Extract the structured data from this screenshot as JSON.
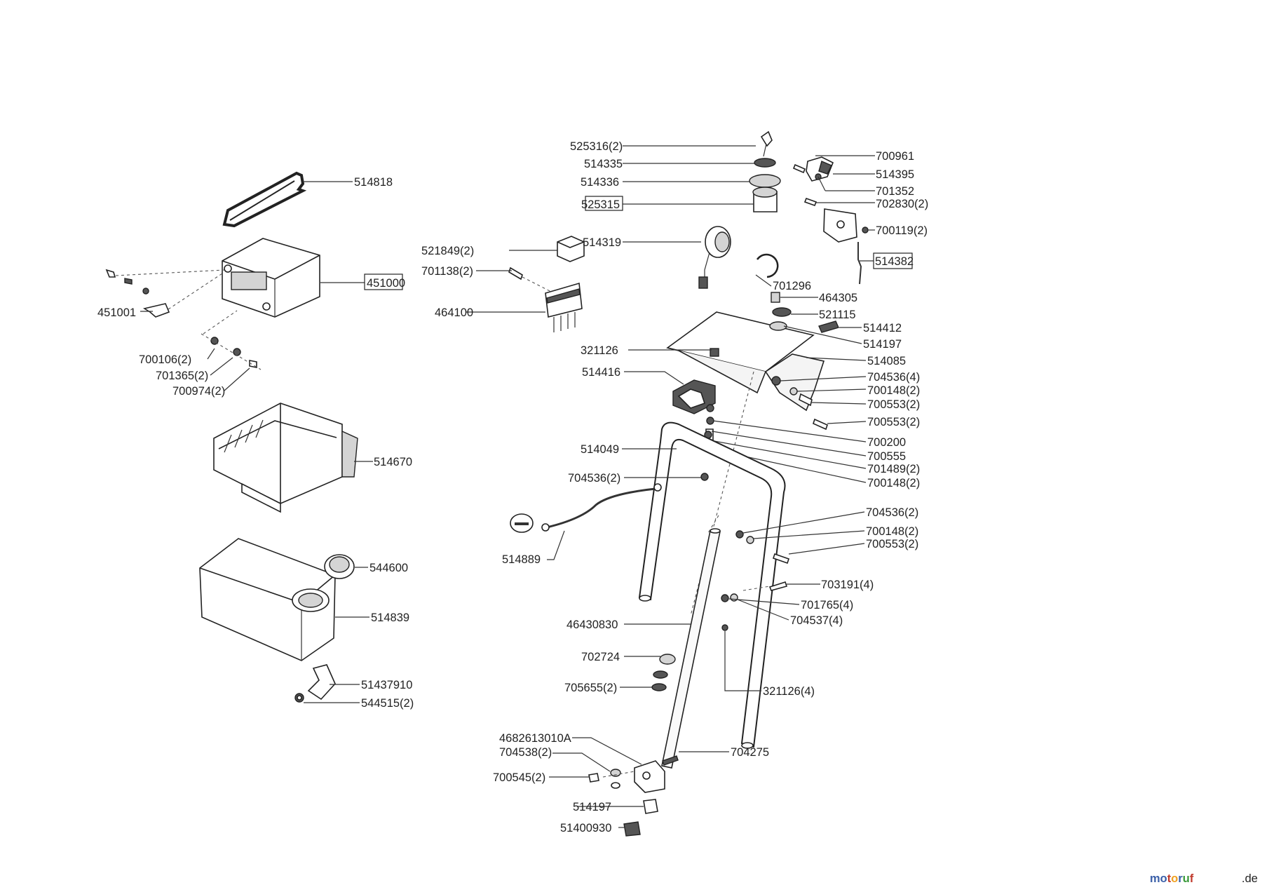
{
  "labels": {
    "l514818": "514818",
    "l451000": "451000",
    "l451001": "451001",
    "l700106": "700106(2)",
    "l701365": "701365(2)",
    "l700974": "700974(2)",
    "l514670": "514670",
    "l544600": "544600",
    "l514839": "514839",
    "l51437910": "51437910",
    "l544515": "544515(2)",
    "l525316": "525316(2)",
    "l514335": "514335",
    "l514336": "514336",
    "l525315": "525315",
    "l514319": "514319",
    "l521849": "521849(2)",
    "l701138": "701138(2)",
    "l464100": "464100",
    "l701296": "701296",
    "l464305": "464305",
    "l700961": "700961",
    "l514395": "514395",
    "l701352": "701352",
    "l702830": "702830(2)",
    "l700119": "700119(2)",
    "l514382": "514382",
    "l521115": "521115",
    "l514412": "514412",
    "l514197a": "514197",
    "l514085": "514085",
    "l321126": "321126",
    "l514416": "514416",
    "l704536_4": "704536(4)",
    "l700148_a": "700148(2)",
    "l700553_a": "700553(2)",
    "l700553_b": "700553(2)",
    "l700200": "700200",
    "l700555": "700555",
    "l701489": "701489(2)",
    "l700148_b": "700148(2)",
    "l514049": "514049",
    "l704536_2a": "704536(2)",
    "l514889": "514889",
    "l704536_2b": "704536(2)",
    "l700148_c": "700148(2)",
    "l700553_c": "700553(2)",
    "l703191": "703191(4)",
    "l701765": "701765(4)",
    "l704537": "704537(4)",
    "l46430830": "46430830",
    "l702724": "702724",
    "l705655": "705655(2)",
    "l321126_4": "321126(4)",
    "l4682613010A": "4682613010A",
    "l704538": "704538(2)",
    "l700545": "700545(2)",
    "l704275": "704275",
    "l514197b": "514197",
    "l51400930": "51400930"
  },
  "logo": {
    "letters": [
      "m",
      "o",
      "t",
      "o",
      "r",
      "u",
      "f"
    ],
    "suffix": ".de",
    "colors": [
      "#3a5fa8",
      "#3a5fa8",
      "#c0392b",
      "#f0a020",
      "#3a5fa8",
      "#3a9a3a",
      "#c0392b"
    ]
  }
}
